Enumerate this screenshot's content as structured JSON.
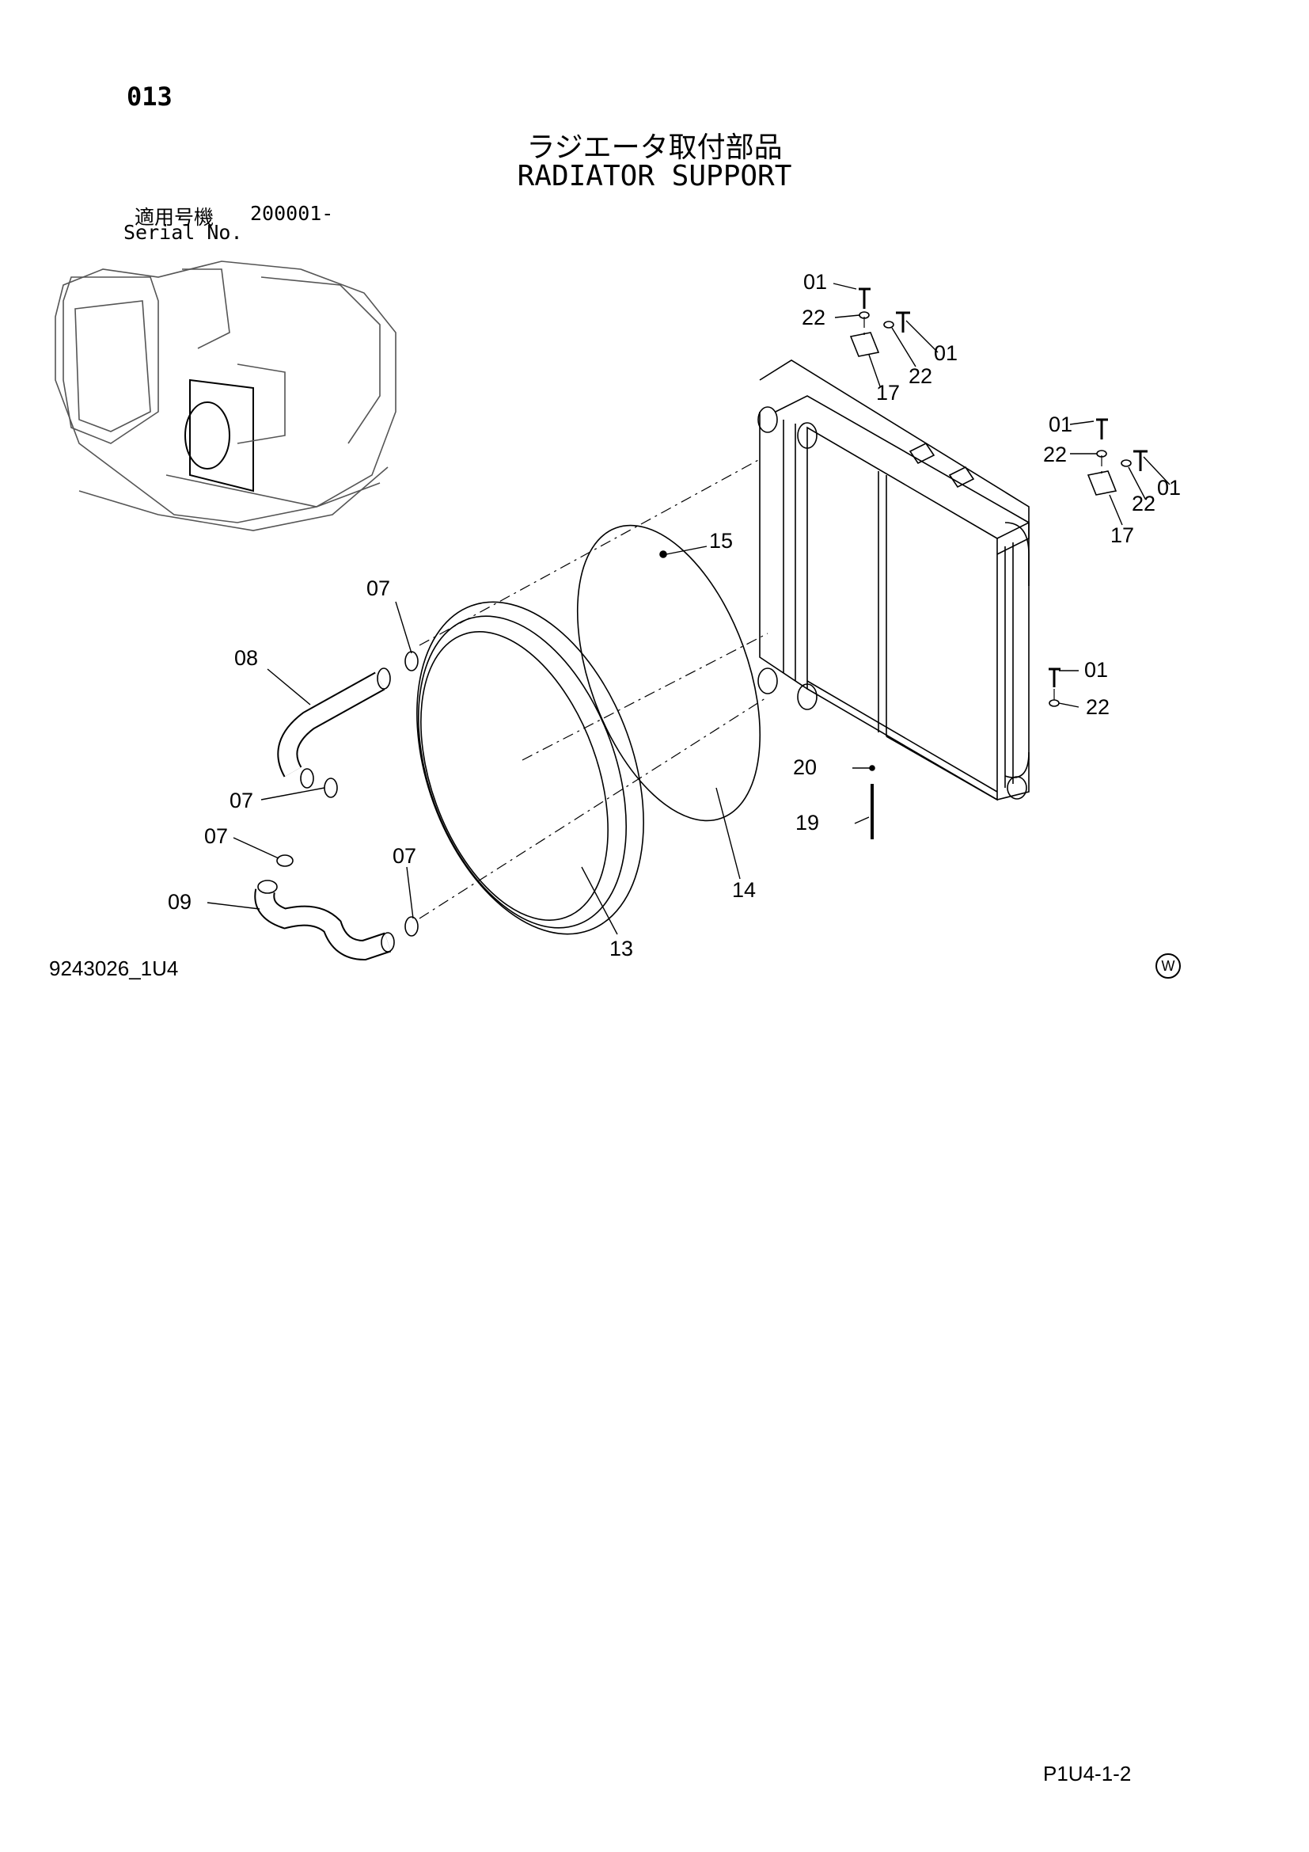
{
  "header": {
    "page_number": "013",
    "title_jp": "ラジエータ取付部品",
    "title_en": "RADIATOR SUPPORT",
    "serial_label_jp": "適用号機",
    "serial_value": "200001-",
    "serial_label_en": "Serial No."
  },
  "callouts": [
    "01",
    "22",
    "01",
    "22",
    "17",
    "01",
    "22",
    "22",
    "01",
    "17",
    "15",
    "07",
    "08",
    "07",
    "07",
    "09",
    "07",
    "01",
    "22",
    "20",
    "19",
    "14",
    "13"
  ],
  "footer": {
    "drawing_code": "9243026_1U4",
    "w_mark": "W",
    "page_ref": "P1U4-1-2"
  }
}
